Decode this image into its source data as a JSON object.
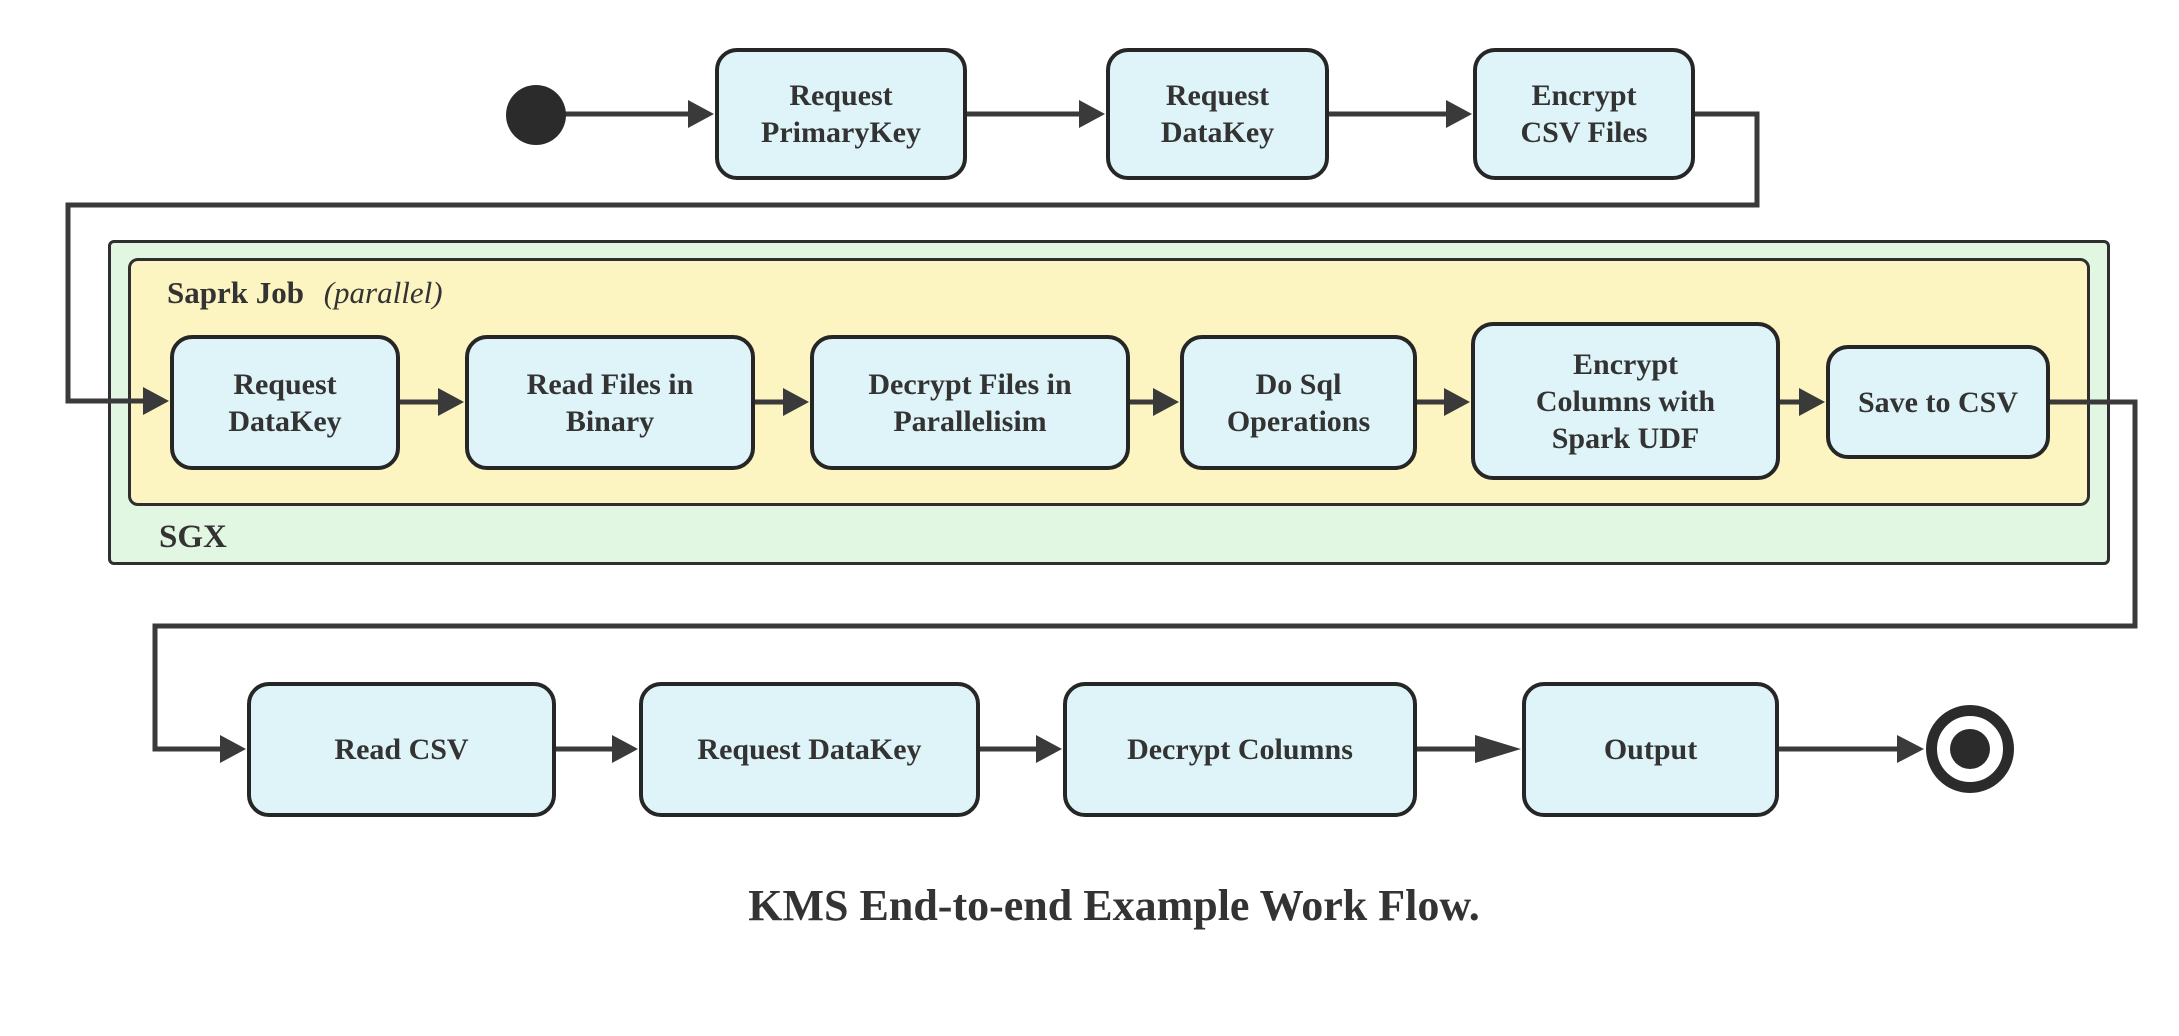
{
  "diagram": {
    "caption": "KMS End-to-end Example Work Flow.",
    "colors": {
      "node_fill": "#dff4f8",
      "node_border": "#262626",
      "spark_fill": "#fcf4c1",
      "sgx_fill": "#e2f7e2",
      "container_border": "#2f2f2f",
      "connector": "#3a3a3a",
      "text": "#333333",
      "state_marker": "#2b2b2b"
    },
    "top_row": {
      "nodes": [
        {
          "label": "Request\nPrimaryKey"
        },
        {
          "label": "Request\nDataKey"
        },
        {
          "label": "Encrypt\nCSV Files"
        }
      ]
    },
    "sgx_container": {
      "label": "SGX",
      "spark_job": {
        "title": "Saprk Job",
        "title_qualifier": "(parallel)",
        "nodes": [
          {
            "label": "Request\nDataKey"
          },
          {
            "label": "Read Files in\nBinary"
          },
          {
            "label": "Decrypt Files in\nParallelisim"
          },
          {
            "label": "Do Sql\nOperations"
          },
          {
            "label": "Encrypt\nColumns with\nSpark UDF"
          },
          {
            "label": "Save to CSV"
          }
        ]
      }
    },
    "bottom_row": {
      "nodes": [
        {
          "label": "Read CSV"
        },
        {
          "label": "Request DataKey"
        },
        {
          "label": "Decrypt Columns"
        },
        {
          "label": "Output"
        }
      ]
    }
  }
}
